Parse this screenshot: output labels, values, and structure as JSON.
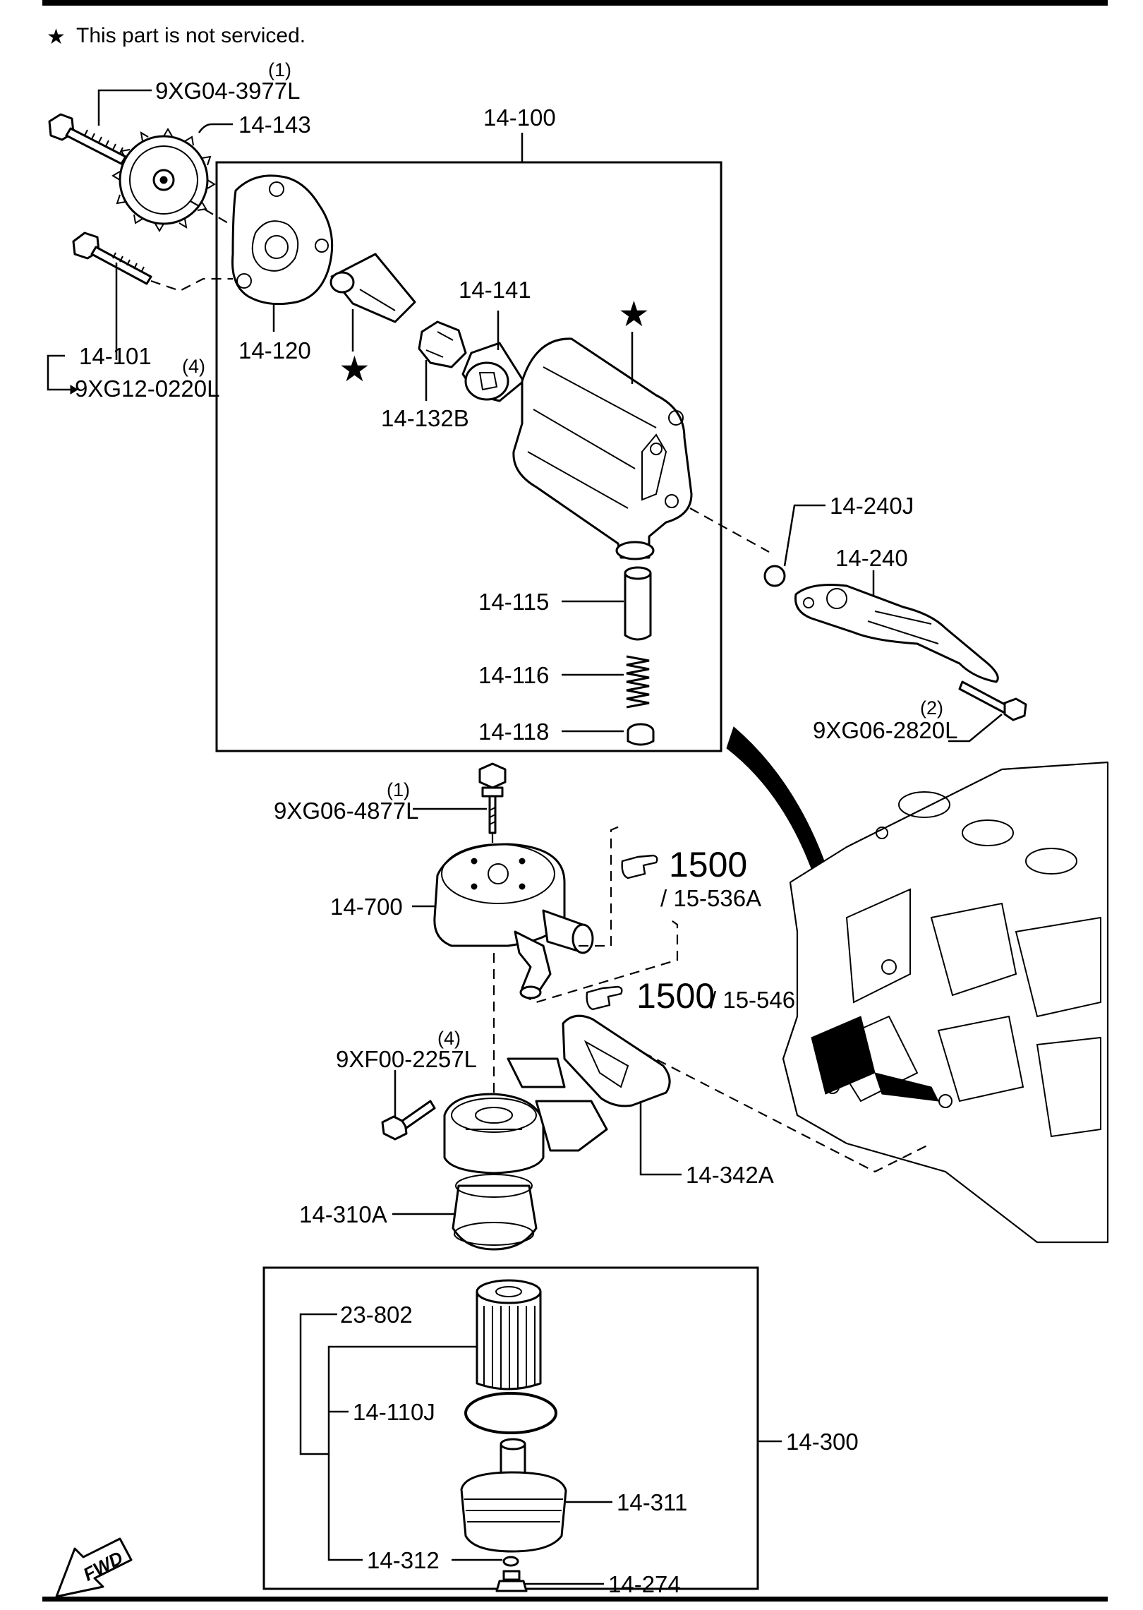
{
  "note": {
    "symbol": "★",
    "text": "This part is not serviced."
  },
  "labels": {
    "p9xg04": "9XG04-3977L",
    "p9xg04_qty": "(1)",
    "p14_143": "14-143",
    "p14_100": "14-100",
    "p14_101": "14-101",
    "p9xg12": "9XG12-0220L",
    "p9xg12_qty": "(4)",
    "p14_120": "14-120",
    "p14_141": "14-141",
    "p14_132b": "14-132B",
    "p14_240j": "14-240J",
    "p14_240": "14-240",
    "p14_115": "14-115",
    "p14_116": "14-116",
    "p14_118": "14-118",
    "p9xg06_2820": "9XG06-2820L",
    "p9xg06_2820_qty": "(2)",
    "p9xg06_4877": "9XG06-4877L",
    "p9xg06_4877_qty": "(1)",
    "p14_700": "14-700",
    "ref1_main": "1500",
    "ref1_sub": "/ 15-536A",
    "ref2_main": "1500",
    "ref2_sub": "/ 15-546",
    "p9xf00": "9XF00-2257L",
    "p9xf00_qty": "(4)",
    "p14_342a": "14-342A",
    "p14_310a": "14-310A",
    "p23_802": "23-802",
    "p14_110j": "14-110J",
    "p14_300": "14-300",
    "p14_311": "14-311",
    "p14_312": "14-312",
    "p14_274": "14-274",
    "fwd": "FWD"
  },
  "star_markers": [
    "★",
    "★"
  ],
  "icons": [
    "star-icon",
    "pointing-hand-icon",
    "fwd-arrow-icon"
  ]
}
